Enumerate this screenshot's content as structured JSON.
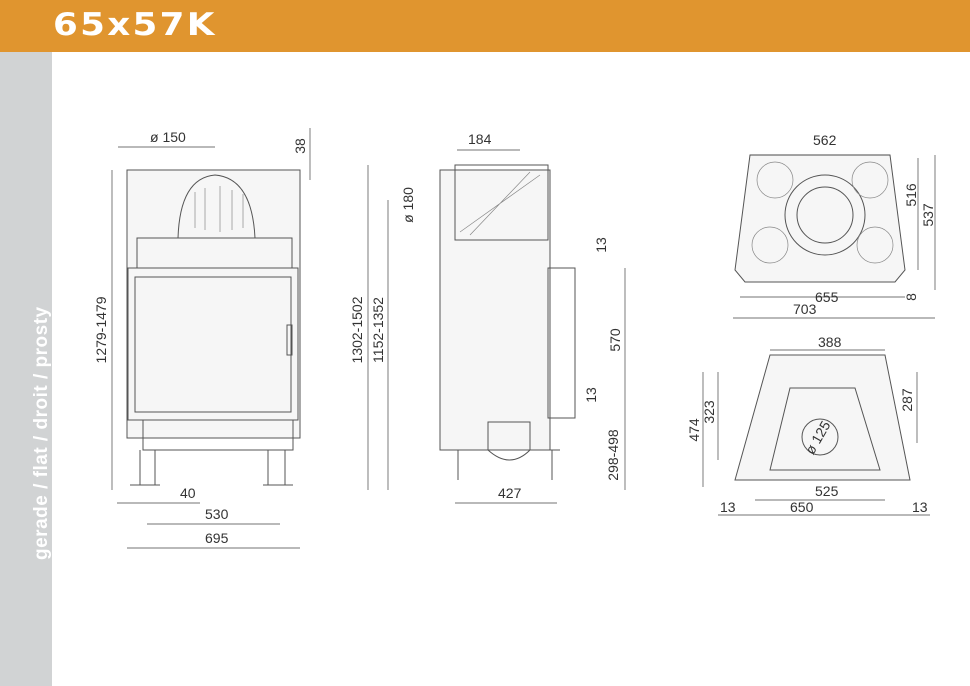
{
  "header": {
    "title": "65x57K",
    "accent_color": "#e0952f"
  },
  "sidebar": {
    "label": "gerade / flat / droit / prosty",
    "color": "#d1d3d4"
  },
  "front_view": {
    "flue_diameter": "ø 150",
    "top_offset": "38",
    "height": "1279-1479",
    "leg_offset": "40",
    "leg_span": "530",
    "width": "695"
  },
  "side_view": {
    "collar_offset": "184",
    "air_diameter": "ø 180",
    "height_total": "1302-1502",
    "height_inner": "1152-1352",
    "door_top": "13",
    "door_height": "570",
    "door_bottom": "13",
    "leg_height": "298-498",
    "depth": "427"
  },
  "top_view": {
    "top_width": "562",
    "depth_inner": "516",
    "depth_outer": "537",
    "inner_width": "655",
    "offset": "8",
    "outer_width": "703"
  },
  "bottom_view": {
    "top_width": "388",
    "depth_outer": "474",
    "depth_mid": "323",
    "depth_inner": "287",
    "air_diameter": "ø 125",
    "inner_width": "525",
    "left_margin": "13",
    "width": "650",
    "right_margin": "13"
  }
}
